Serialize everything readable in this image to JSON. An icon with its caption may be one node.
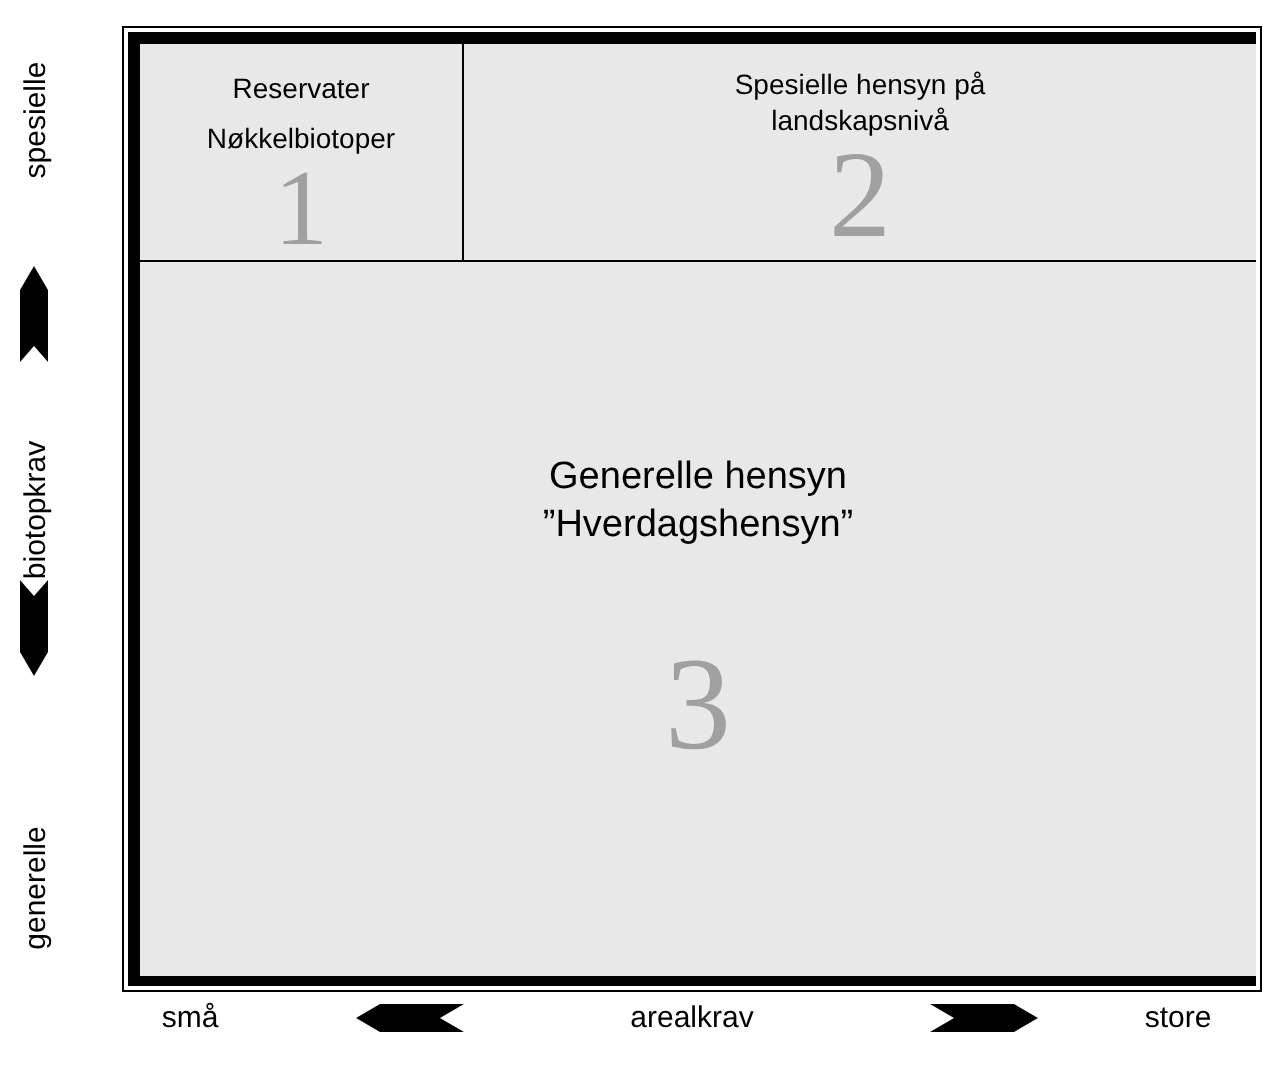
{
  "diagram": {
    "nodes": [
      {
        "text": [
          "Reservater",
          "Nøkkelbiotoper",
          "1"
        ]
      },
      {
        "text": [
          "Spesielle hensyn på landskapsnivå",
          "2"
        ]
      },
      {
        "text": [
          "Generelle hensyn ”Hverdagshensyn”",
          "3"
        ]
      }
    ],
    "labels": [
      "spesielle",
      "biotopkrav",
      "generelle",
      "små",
      "arealkrav",
      "store"
    ]
  }
}
